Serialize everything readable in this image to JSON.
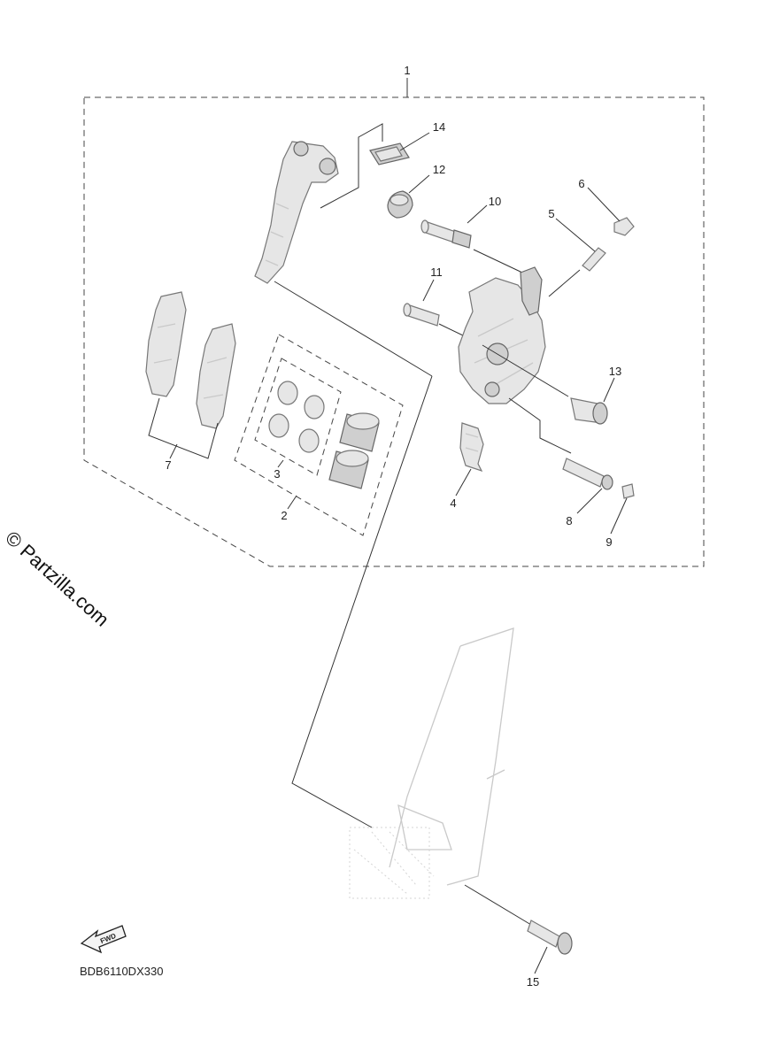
{
  "watermark": "© Partzilla.com",
  "diagram_code": "BDB6110DX330",
  "fwd_label": "FWD",
  "callouts": {
    "c1": "1",
    "c2": "2",
    "c3": "3",
    "c4": "4",
    "c5": "5",
    "c6": "6",
    "c7": "7",
    "c8": "8",
    "c9": "9",
    "c10": "10",
    "c11": "11",
    "c12": "12",
    "c13": "13",
    "c14": "14",
    "c15": "15"
  }
}
